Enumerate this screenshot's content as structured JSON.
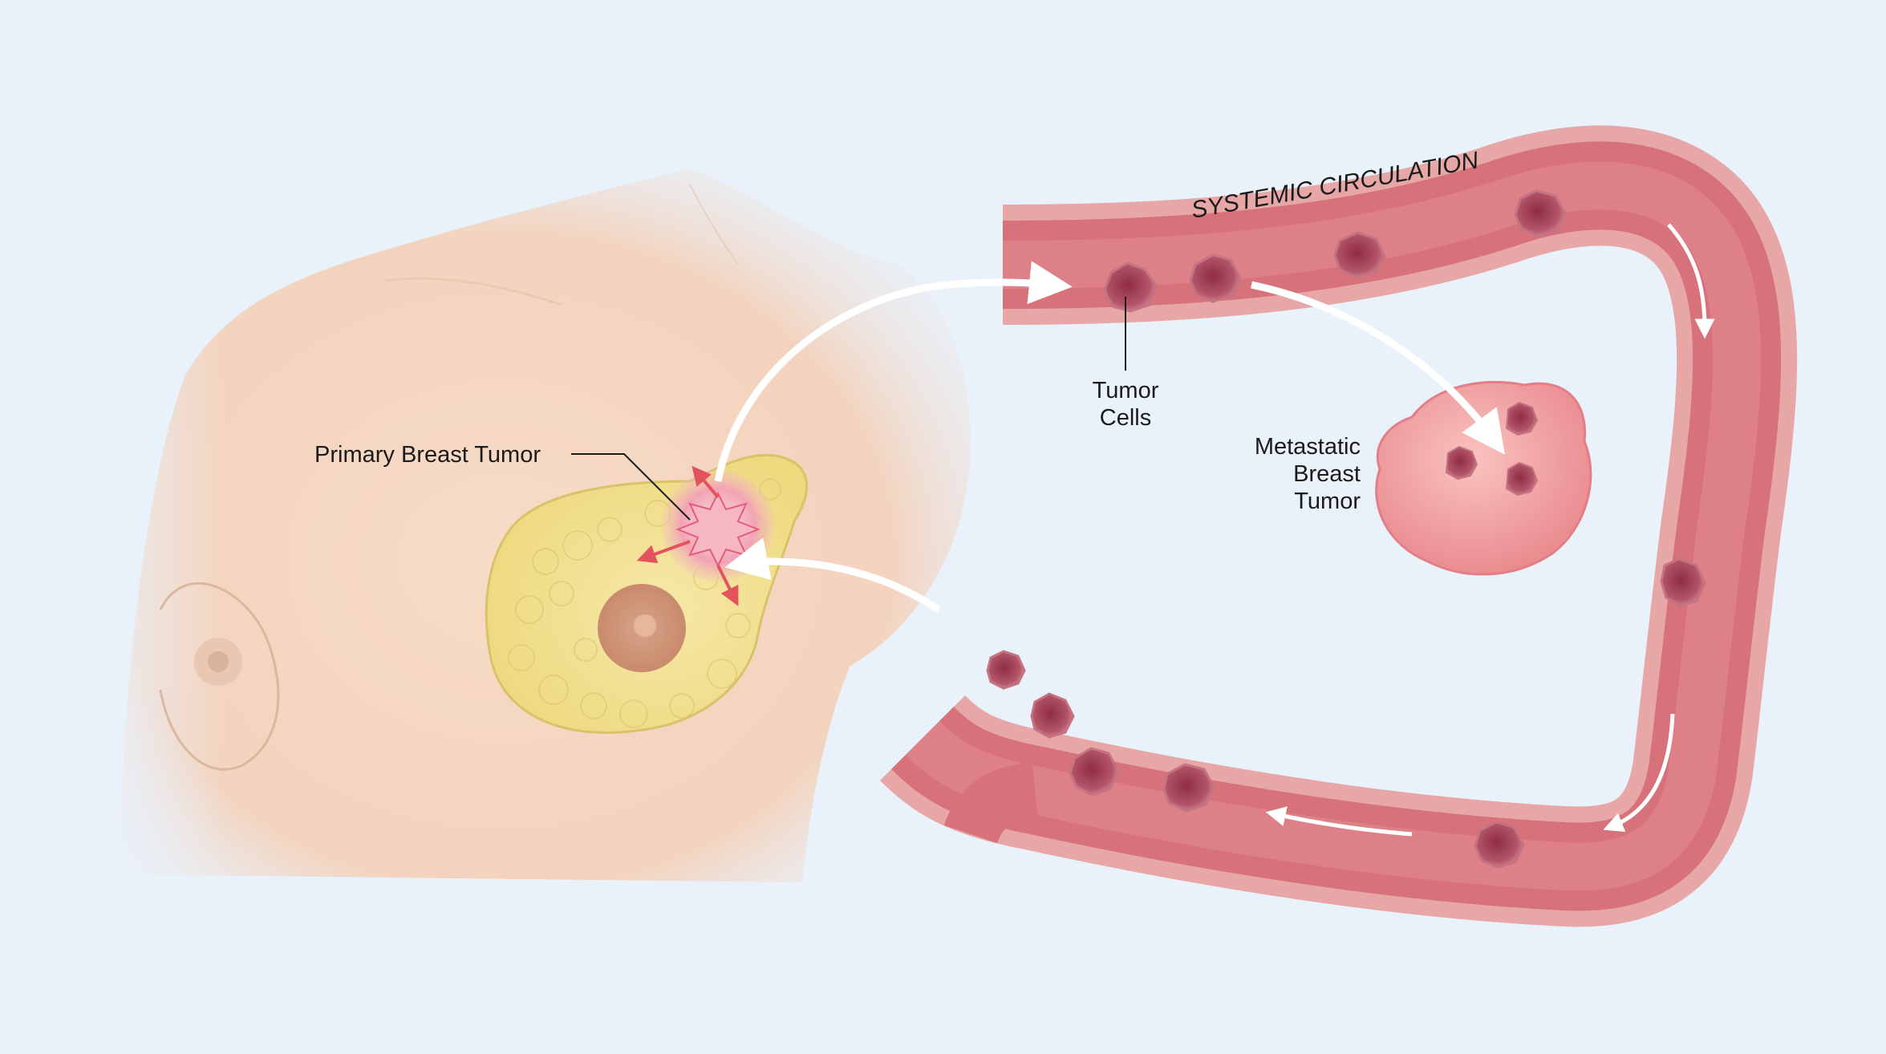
{
  "labels": {
    "systemic_circulation": "SYSTEMIC CIRCULATION",
    "primary_tumor": "Primary Breast Tumor",
    "tumor_cells_line1": "Tumor",
    "tumor_cells_line2": "Cells",
    "metastatic_line1": "Metastatic",
    "metastatic_line2": "Breast",
    "metastatic_line3": "Tumor"
  },
  "colors": {
    "background": "#e9f1fa",
    "skin": "#f6dcc8",
    "breast_tissue": "#f2e39a",
    "vessel_wall": "#e9a1a1",
    "vessel_lumen": "#d9727a",
    "tumor_cell": "#a8485a",
    "metastatic_tumor": "#ef9f9f",
    "arrow": "#ffffff"
  }
}
